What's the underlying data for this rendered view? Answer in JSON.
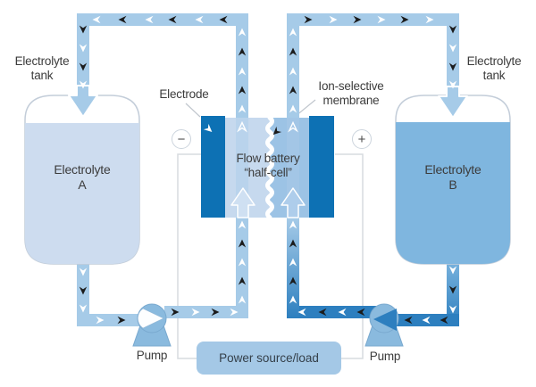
{
  "diagram": {
    "labels": {
      "tank_caption_left": "Electrolyte tank",
      "tank_caption_right": "Electrolyte tank",
      "electrode": "Electrode",
      "membrane": "Ion-selective membrane",
      "tank_a_name": "Electrolyte",
      "tank_a_letter": "A",
      "tank_b_name": "Electrolyte",
      "tank_b_letter": "B",
      "cell_line1": "Flow battery",
      "cell_line2": "“half-cell”",
      "terminal_negative": "−",
      "terminal_positive": "+",
      "pump_left": "Pump",
      "pump_right": "Pump",
      "power_source": "Power source/load"
    },
    "colors": {
      "electrode_blue": "#0d71b4",
      "pipe_light": "#a6cbe8",
      "pipe_dark": "#2d7fbf",
      "electrolyte_a_fill": "#cddcef",
      "electrolyte_b_fill": "#7fb6df",
      "half_cell_left": "#c6d9ee",
      "half_cell_right": "#9cc3e5",
      "power_box_fill": "#a4c8e6",
      "pump_body_fill": "#8abade",
      "label_text": "#3c3c3c"
    }
  }
}
